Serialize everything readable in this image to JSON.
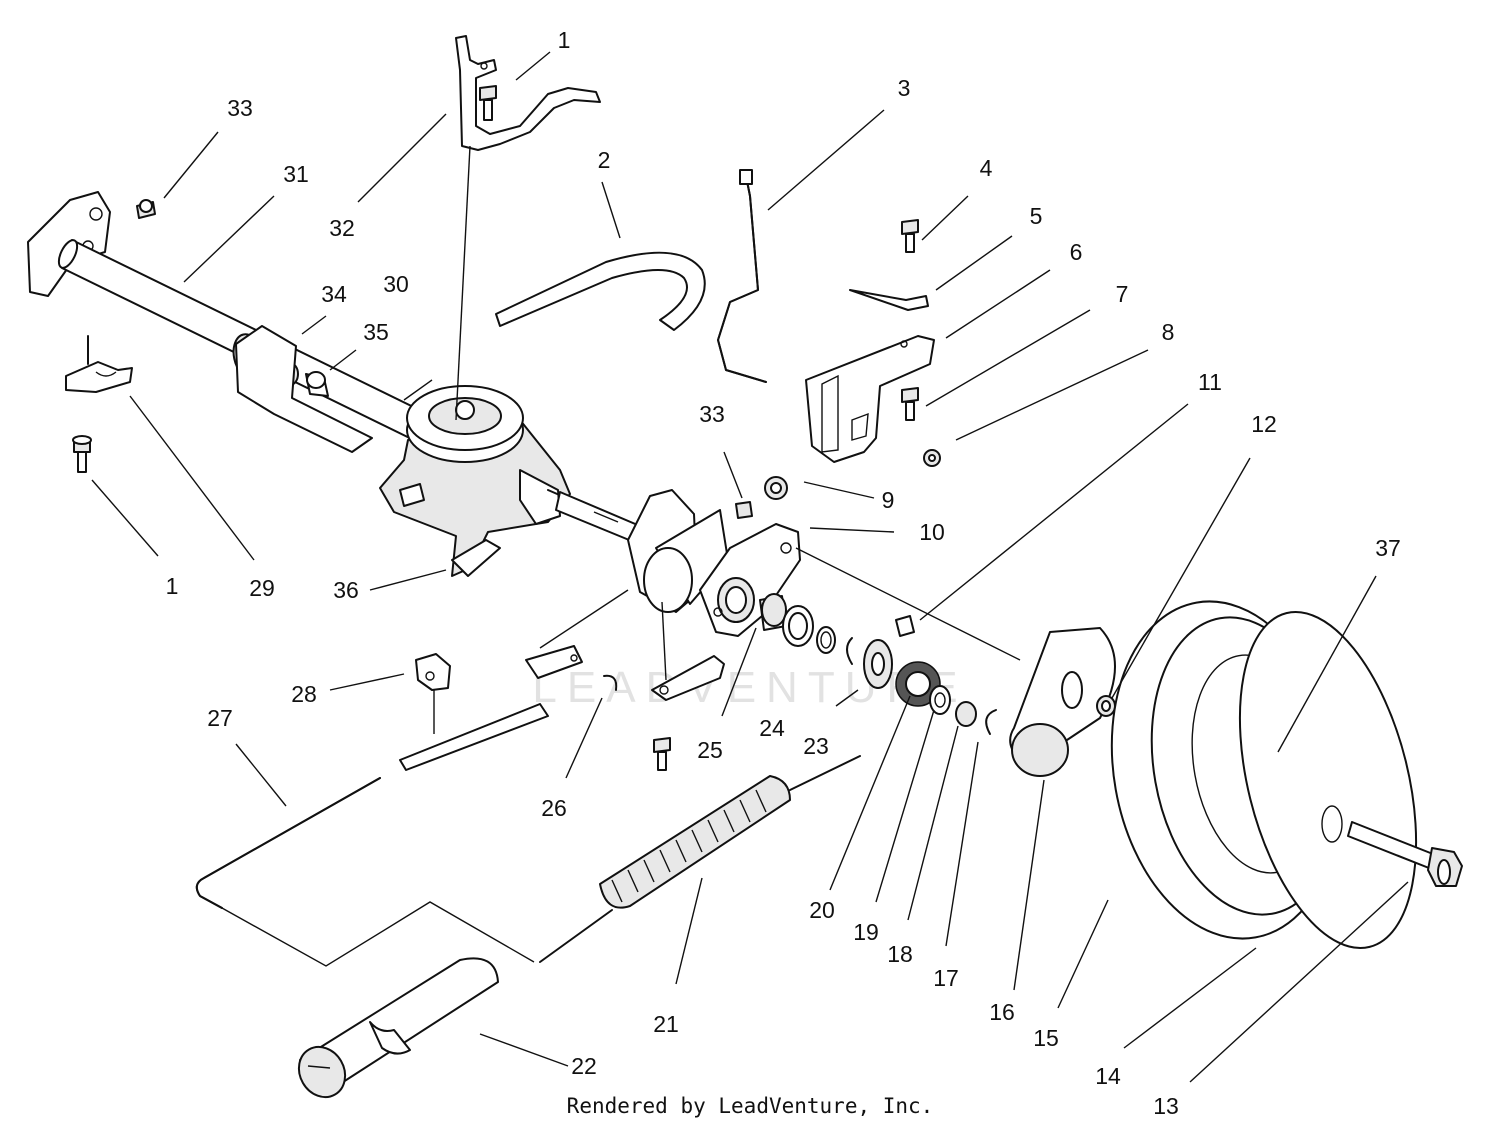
{
  "diagram": {
    "credit": "Rendered by LeadVenture, Inc.",
    "watermark": "LEADVENTURE",
    "callouts": [
      {
        "id": "c1a",
        "text": "1"
      },
      {
        "id": "c1b",
        "text": "1"
      },
      {
        "id": "c2",
        "text": "2"
      },
      {
        "id": "c3",
        "text": "3"
      },
      {
        "id": "c4",
        "text": "4"
      },
      {
        "id": "c5",
        "text": "5"
      },
      {
        "id": "c6",
        "text": "6"
      },
      {
        "id": "c7",
        "text": "7"
      },
      {
        "id": "c8",
        "text": "8"
      },
      {
        "id": "c9",
        "text": "9"
      },
      {
        "id": "c10",
        "text": "10"
      },
      {
        "id": "c11",
        "text": "11"
      },
      {
        "id": "c12",
        "text": "12"
      },
      {
        "id": "c13",
        "text": "13"
      },
      {
        "id": "c14",
        "text": "14"
      },
      {
        "id": "c15",
        "text": "15"
      },
      {
        "id": "c16",
        "text": "16"
      },
      {
        "id": "c17",
        "text": "17"
      },
      {
        "id": "c18",
        "text": "18"
      },
      {
        "id": "c19",
        "text": "19"
      },
      {
        "id": "c20",
        "text": "20"
      },
      {
        "id": "c21",
        "text": "21"
      },
      {
        "id": "c22",
        "text": "22"
      },
      {
        "id": "c23",
        "text": "23"
      },
      {
        "id": "c24",
        "text": "24"
      },
      {
        "id": "c25",
        "text": "25"
      },
      {
        "id": "c26",
        "text": "26"
      },
      {
        "id": "c27",
        "text": "27"
      },
      {
        "id": "c28",
        "text": "28"
      },
      {
        "id": "c29",
        "text": "29"
      },
      {
        "id": "c30",
        "text": "30"
      },
      {
        "id": "c31",
        "text": "31"
      },
      {
        "id": "c32",
        "text": "32"
      },
      {
        "id": "c33a",
        "text": "33"
      },
      {
        "id": "c33b",
        "text": "33"
      },
      {
        "id": "c34",
        "text": "34"
      },
      {
        "id": "c35",
        "text": "35"
      },
      {
        "id": "c36",
        "text": "36"
      },
      {
        "id": "c37",
        "text": "37"
      }
    ]
  }
}
